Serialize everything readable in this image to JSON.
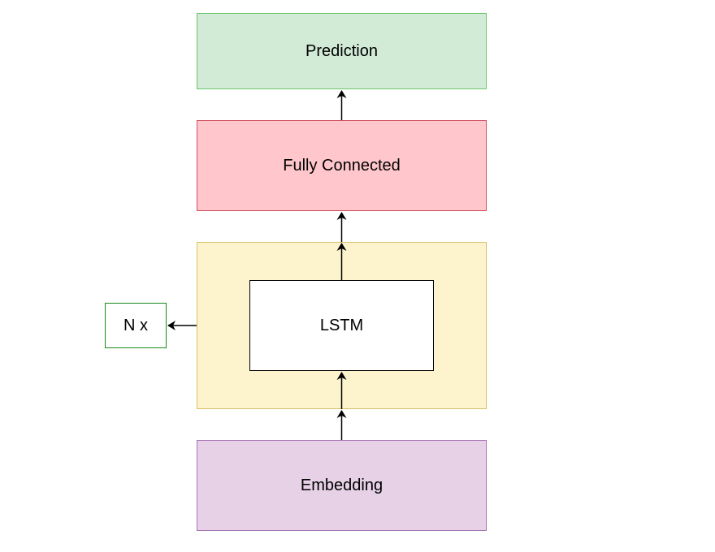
{
  "diagram": {
    "nodes": {
      "prediction": "Prediction",
      "fully_connected": "Fully Connected",
      "lstm": "LSTM",
      "embedding": "Embedding",
      "repeat": "N x"
    },
    "colors": {
      "prediction_fill": "#d1ebd6",
      "prediction_border": "#6cc46c",
      "fc_fill": "#ffc7cb",
      "fc_border": "#cf4f5f",
      "repeat_fill": "#fdf3cd",
      "repeat_border": "#d9c06a",
      "embedding_fill": "#e6d1e7",
      "embedding_border": "#a874b4",
      "nx_border": "#1a8a1a"
    },
    "edges": [
      {
        "from": "embedding",
        "to": "repeat-block"
      },
      {
        "from": "repeat-block",
        "to": "lstm"
      },
      {
        "from": "lstm",
        "to": "repeat-block"
      },
      {
        "from": "repeat-block",
        "to": "fully_connected"
      },
      {
        "from": "fully_connected",
        "to": "prediction"
      },
      {
        "from": "repeat-block",
        "to": "repeat"
      }
    ]
  }
}
